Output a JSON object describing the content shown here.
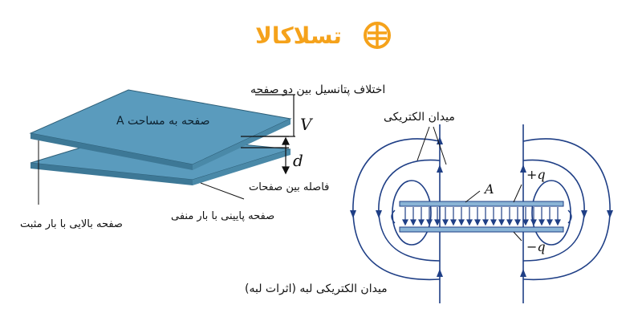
{
  "brand": {
    "name": "تسلاکالا",
    "logo_icon": "circled-plus-grid-icon",
    "color": "#f5a21b"
  },
  "left_figure": {
    "plate_label": "صفحه به مساحت A",
    "voltage_label": "V",
    "potential_caption": "اختلاف پتانسیل بین دو صفحه",
    "gap_symbol": "d",
    "gap_caption": "فاصله بین صفحات",
    "bottom_plate_caption": "صفحه پایینی با بار منفی",
    "top_plate_caption": "صفحه بالایی با بار مثبت",
    "plate_color": "#5a9bbd"
  },
  "right_figure": {
    "field_caption": "میدان الکتریکی",
    "area_symbol": "A",
    "positive_charge": "+q",
    "negative_charge": "−q",
    "fringe_caption": "میدان الکتریکی لبه (اثرات لبه)",
    "line_color": "#1f3f86"
  }
}
